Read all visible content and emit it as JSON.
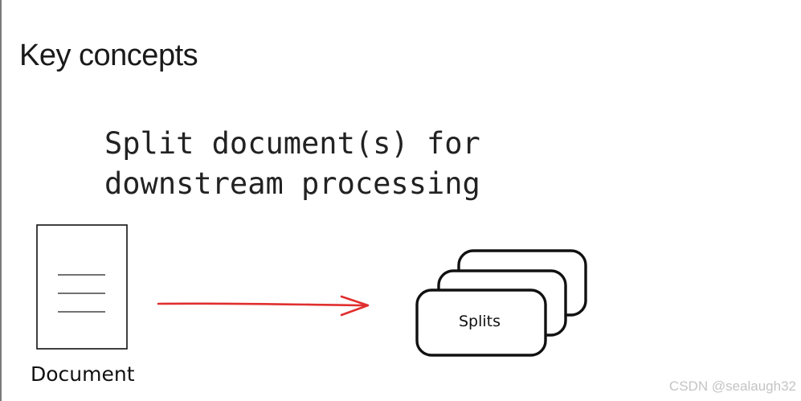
{
  "slide": {
    "heading": "Key concepts",
    "subtitle_line1": "Split document(s) for",
    "subtitle_line2": "downstream processing"
  },
  "diagram": {
    "document_label": "Document",
    "splits_label": "Splits",
    "arrow_color": "#e02f2f",
    "stroke_color": "#111111"
  },
  "watermark": "CSDN @sealaugh32"
}
